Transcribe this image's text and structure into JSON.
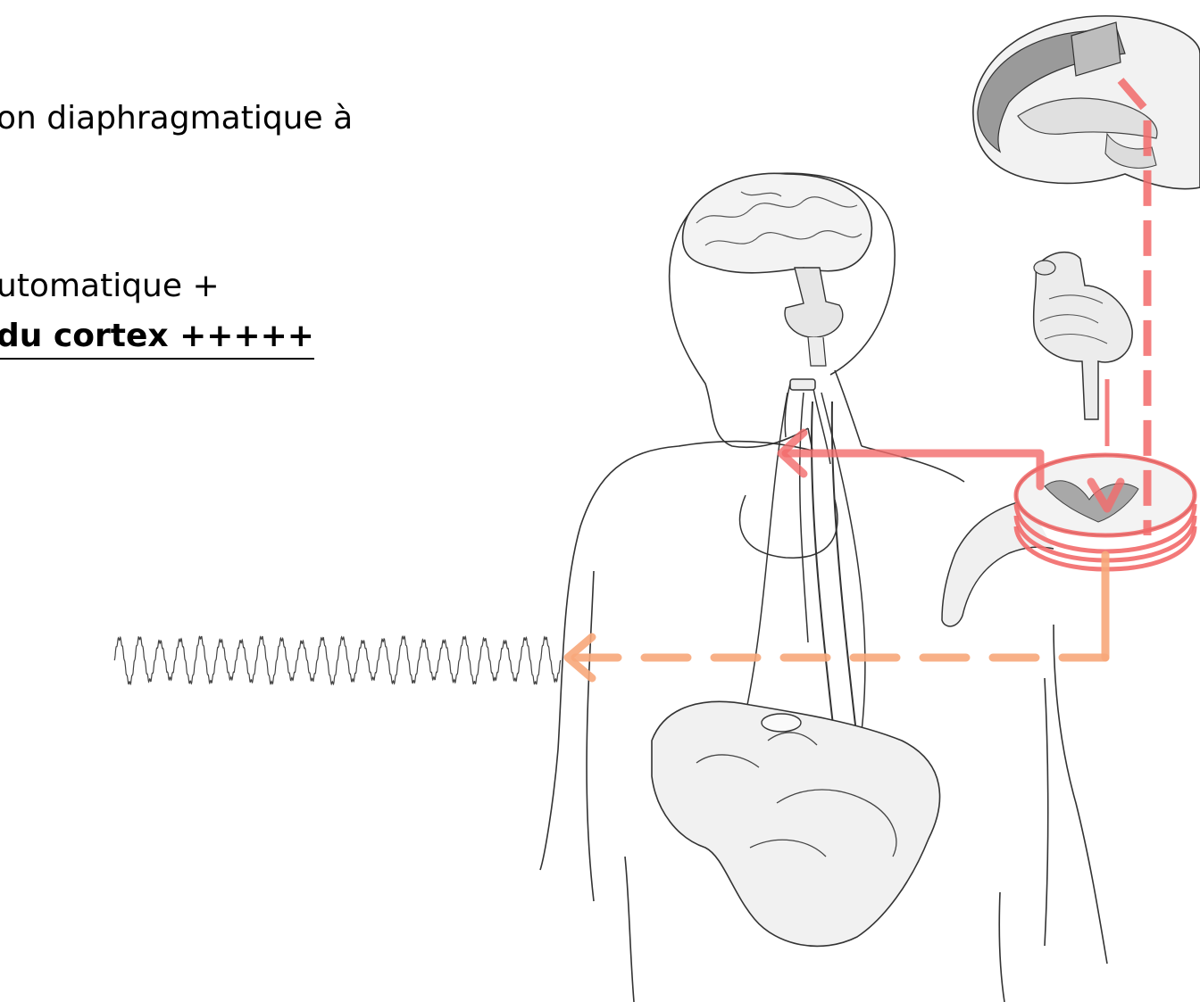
{
  "texts": {
    "line1": "on diaphragmatique à",
    "line2": "utomatique +",
    "line3": " du cortex +++++"
  },
  "colors": {
    "cortex_path": "#f26a6a",
    "motor_path": "#f7a77a",
    "ink": "#333333",
    "fill_light": "#f3f3f3",
    "fill_gray": "#9a9a9a"
  }
}
